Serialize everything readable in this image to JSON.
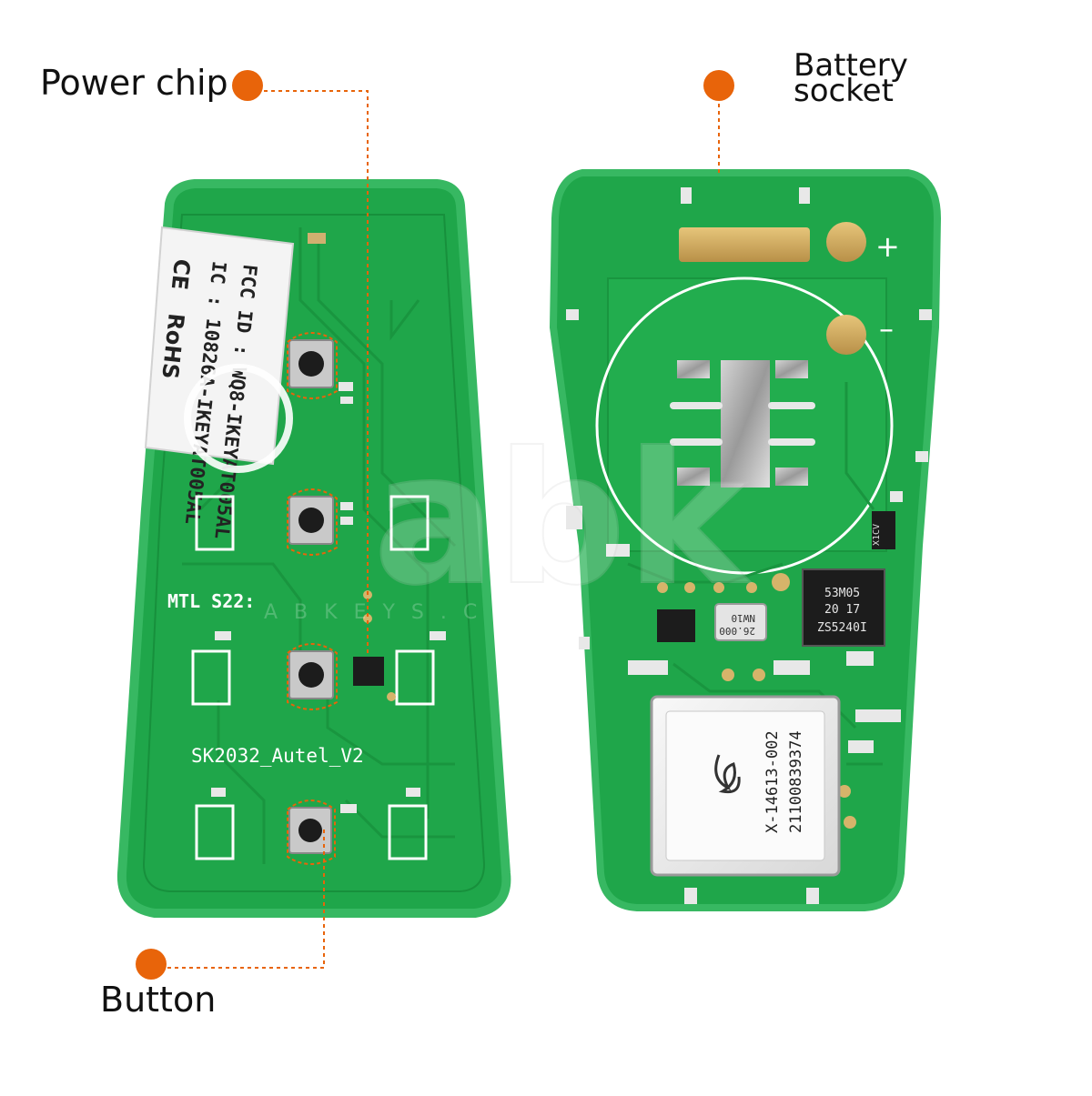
{
  "callouts": {
    "power_chip": "Power chip",
    "button": "Button",
    "battery_socket_line1": "Battery",
    "battery_socket_line2": "socket"
  },
  "board_left": {
    "sticker_line1": "FCC ID : WQ8-IKEYAT005AL",
    "sticker_line2": "IC : 10826A-IKEYAT005AL",
    "rohs": "RoHS",
    "ce": "CE",
    "silkscreen_mtl": "MTL S22:",
    "silkscreen_model": "SK2032_Autel_V2"
  },
  "board_right": {
    "ic_line1": "53M05",
    "ic_line2": "20 17",
    "ic_line3": "ZS5240I",
    "crystal_line1": "26.000",
    "crystal_line2": "NW10",
    "module_line1": "X-14613-002",
    "module_line2": "21100839374",
    "plus": "+",
    "minus": "–",
    "diode": "X1CV"
  },
  "watermark": {
    "logo": "abk",
    "url": "ABKEYS.COM"
  },
  "colors": {
    "pcb": "#1fa64a",
    "pcb_dark": "#17903c",
    "pcb_edge": "#3fbf68",
    "accent_orange": "#e8640a",
    "gold": "#d6b46a",
    "chip": "#1c1c1c",
    "label": "#f4f4f4"
  }
}
